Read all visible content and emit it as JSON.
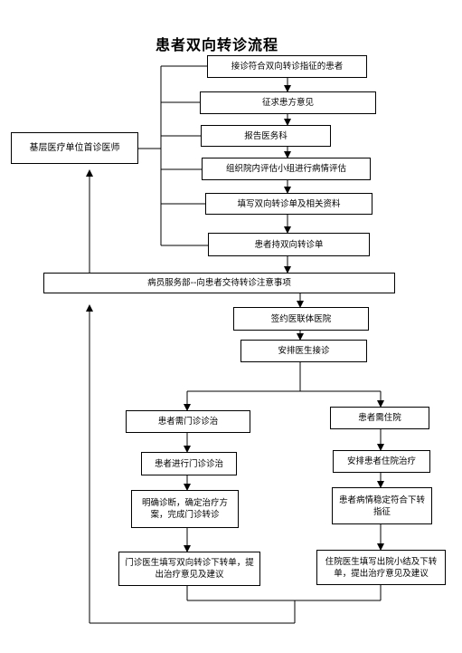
{
  "diagram": {
    "title": "患者双向转诊流程",
    "left_box": "基层医疗单位首诊医师",
    "steps": [
      "接诊符合双向转诊指征的患者",
      "征求患方意见",
      "报告医务科",
      "组织院内评估小组进行病情评估",
      "填写双向转诊单及相关资料",
      "患者持双向转诊单",
      "病员服务部--向患者交待转诊注意事项",
      "签约医联体医院",
      "安排医生接诊"
    ],
    "outpatient": [
      "患者需门诊诊治",
      "患者进行门诊诊治",
      "明确诊断，确定治疗方案，完成门诊转诊",
      "门诊医生填写双向转诊下转单，提出治疗意见及建议"
    ],
    "inpatient": [
      "患者需住院",
      "安排患者住院治疗",
      "患者病情稳定符合下转指征",
      "住院医生填写出院小结及下转单，提出治疗意见及建议"
    ]
  }
}
